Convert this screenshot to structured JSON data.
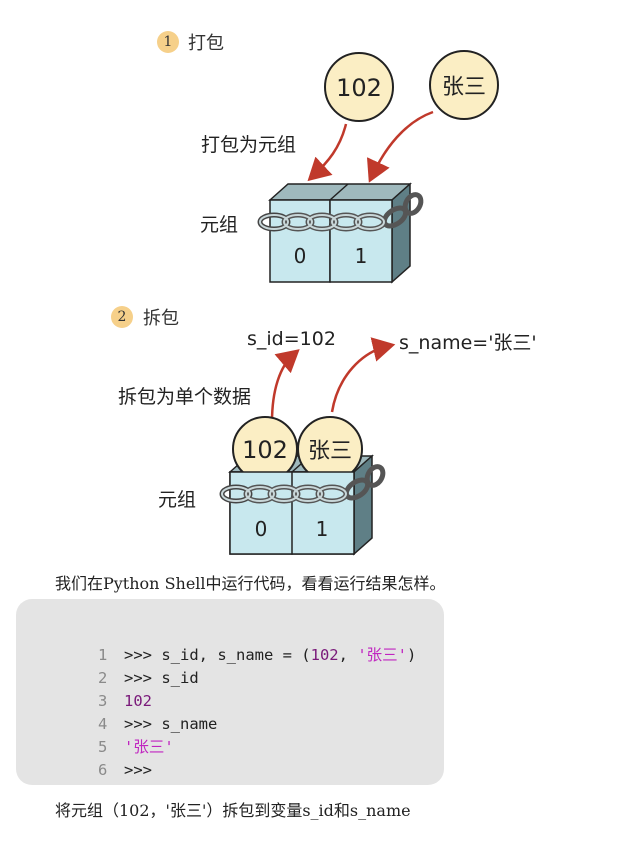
{
  "step1": {
    "number": "1",
    "title": "打包"
  },
  "step2": {
    "number": "2",
    "title": "拆包"
  },
  "fig1": {
    "value_circle": "102",
    "name_circle": "张三",
    "arrow_label": "打包为元组",
    "tuple_label": "元组",
    "index0": "0",
    "index1": "1"
  },
  "fig2": {
    "var1": "s_id=102",
    "var2": "s_name='张三'",
    "arrow_label": "拆包为单个数据",
    "value_circle": "102",
    "name_circle": "张三",
    "tuple_label": "元组",
    "index0": "0",
    "index1": "1"
  },
  "intro_text": "我们在Python Shell中运行代码，看看运行结果怎样。",
  "code": {
    "lines": [
      {
        "n": "1",
        "a": ">>> s_id, s_name = (",
        "b": "102",
        "c": ", ",
        "d": "'张三'",
        "e": ")"
      },
      {
        "n": "2",
        "a": ">>> s_id"
      },
      {
        "n": "3",
        "b": "102"
      },
      {
        "n": "4",
        "a": ">>> s_name"
      },
      {
        "n": "5",
        "d": "'张三'"
      },
      {
        "n": "6",
        "a": ">>>"
      }
    ]
  },
  "caption": "将元组（102，'张三'）拆包到变量s_id和s_name",
  "colors": {
    "circle_fill": "#fbeec4",
    "box_fill": "#c8e8ee",
    "box_side": "#5f7f86",
    "arrow": "#c0392b",
    "step_badge": "#f6d08a",
    "code_bg": "#e4e4e4",
    "code_number": "#7a1a7a",
    "code_string": "#c025c0"
  }
}
